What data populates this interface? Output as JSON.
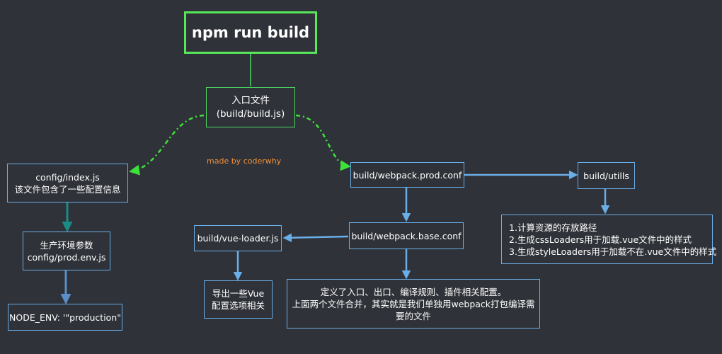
{
  "colors": {
    "background": "#2f3238",
    "root_border": "#57e85a",
    "entry_border": "#4cd964",
    "node_border": "#6aaee8",
    "dashed_arrow": "#3ee03a",
    "arrow_blue": "#6aaee8",
    "arrow_teal": "#1a8c86",
    "arrow_steel": "#5a8dc9",
    "credit_text": "#f2913a"
  },
  "credit": "made by coderwhy",
  "nodes": {
    "root": {
      "line1": "npm run build"
    },
    "entry": {
      "line1": "入口文件",
      "line2": "(build/build.js)"
    },
    "config_index": {
      "line1": "config/index.js",
      "line2": "该文件包含了一些配置信息"
    },
    "prod_env": {
      "line1": "生产环境参数",
      "line2": "config/prod.env.js"
    },
    "node_env": {
      "line1": "NODE_ENV: '\"production\""
    },
    "webpack_prod": {
      "line1": "build/webpack.prod.conf"
    },
    "utils": {
      "line1": "build/utills"
    },
    "utils_desc": {
      "line1": "1.计算资源的存放路径",
      "line2": "2.生成cssLoaders用于加载.vue文件中的样式",
      "line3": "3.生成styleLoaders用于加载不在.vue文件中的样式"
    },
    "webpack_base": {
      "line1": "build/webpack.base.conf"
    },
    "vue_loader": {
      "line1": "build/vue-loader.js"
    },
    "vue_loader_desc": {
      "line1": "导出一些Vue",
      "line2": "配置选项相关"
    },
    "base_desc": {
      "line1": "定义了入口、出口、编译规则、插件相关配置。",
      "line2": "上面两个文件合并，其实就是我们单独用webpack打包编译需",
      "line3": "要的文件"
    }
  }
}
